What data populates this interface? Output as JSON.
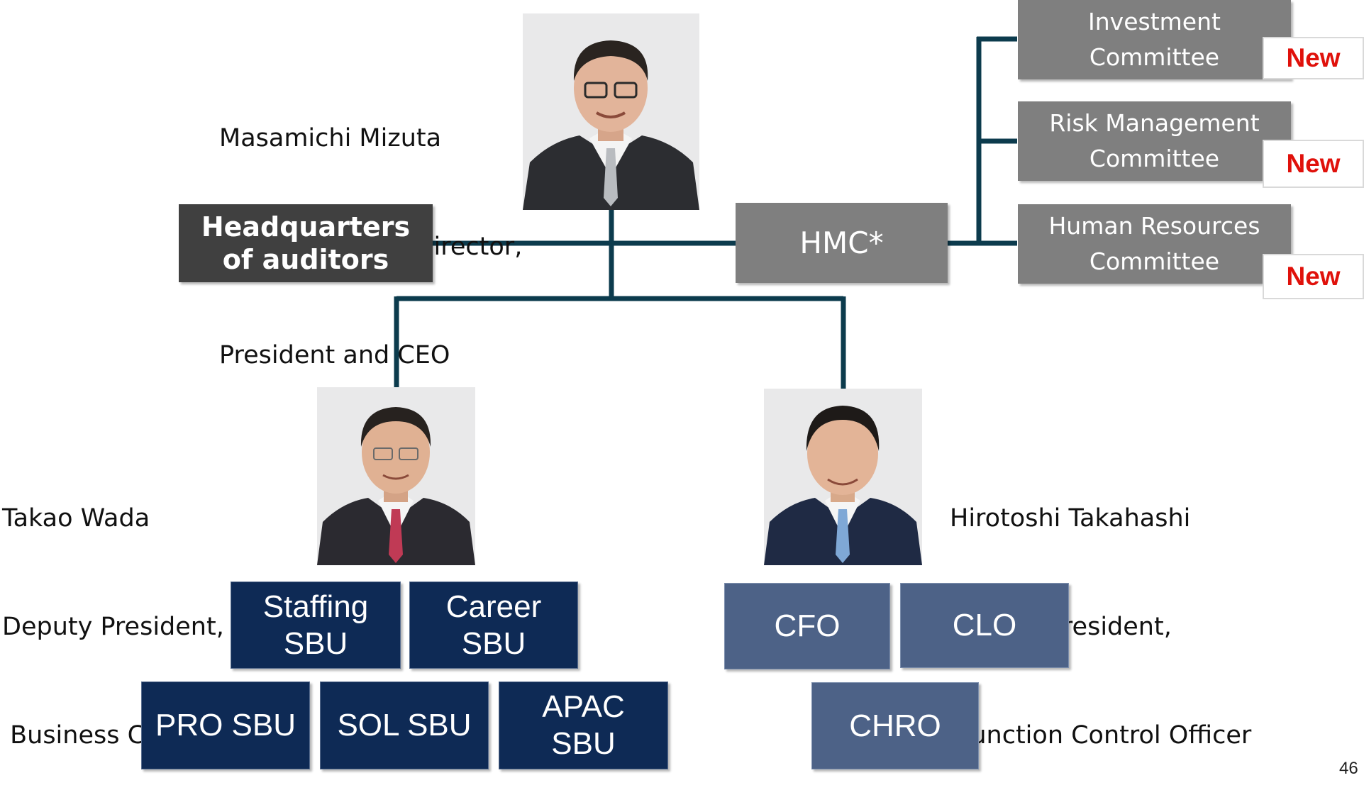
{
  "ceo": {
    "name": "Masamichi Mizuta",
    "title_line1": "Representative Director,",
    "title_line2": "President and CEO"
  },
  "deputy_left": {
    "name": "Takao Wada",
    "title_line1": "Deputy President,",
    "title_line2": " Business Control Officer"
  },
  "deputy_right": {
    "name": "Hirotoshi Takahashi",
    "title_line1": "Deputy President,",
    "title_line2": " Function Control Officer"
  },
  "auditors": {
    "line1": "Headquarters",
    "line2": "of auditors"
  },
  "hmc": {
    "label": "HMC*"
  },
  "committees": [
    {
      "line1": "Investment",
      "line2": "Committee",
      "badge": "New"
    },
    {
      "line1": "Risk Management",
      "line2": "Committee",
      "badge": "New"
    },
    {
      "line1": "Human Resources",
      "line2": "Committee",
      "badge": "New"
    }
  ],
  "business_units": [
    {
      "line1": "Staffing",
      "line2": "SBU"
    },
    {
      "line1": "Career",
      "line2": "SBU"
    },
    {
      "line1": "PRO SBU",
      "line2": ""
    },
    {
      "line1": "SOL SBU",
      "line2": ""
    },
    {
      "line1": "APAC",
      "line2": "SBU"
    }
  ],
  "functions": [
    {
      "label": "CFO"
    },
    {
      "label": "CLO"
    },
    {
      "label": "CHRO"
    }
  ],
  "page_number": "46",
  "colors": {
    "connector": "#0c3b4d",
    "committee_gray": "#7f7f7f",
    "auditors_dark": "#404040",
    "sbu_navy": "#0e2a55",
    "function_slate": "#4d6287",
    "badge_red": "#e0110b"
  }
}
